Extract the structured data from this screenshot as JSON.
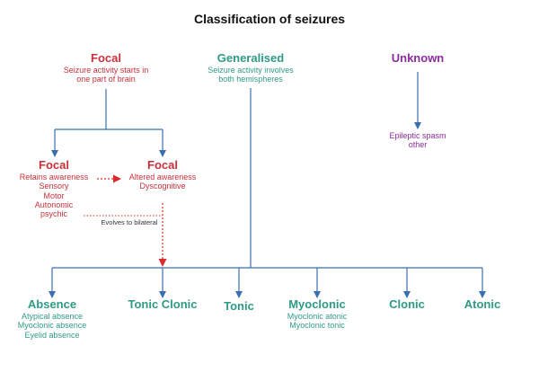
{
  "title": "Classification of seizures",
  "colors": {
    "focal": "#c9303a",
    "generalised": "#2e9a86",
    "unknown": "#8b2c9f",
    "connector": "#3a6fb0",
    "evolve": "#d92b2b"
  },
  "top": {
    "focal": {
      "label": "Focal",
      "desc_1": "Seizure activity starts in",
      "desc_2": "one part of brain"
    },
    "generalised": {
      "label": "Generalised",
      "desc_1": "Seizure activity involves",
      "desc_2": "both hemispheres"
    },
    "unknown": {
      "label": "Unknown"
    }
  },
  "unknown_types": [
    "Epileptic spasm",
    "other"
  ],
  "focal_aware": {
    "label": "Focal",
    "items": [
      "Retains awareness",
      "Sensory",
      "Motor",
      "Autonomic",
      "psychic"
    ]
  },
  "focal_impaired": {
    "label": "Focal",
    "items": [
      "Altered awareness",
      "Dyscognitive"
    ]
  },
  "evolves_label": "Evolves to bilateral",
  "generalised_types": [
    {
      "label": "Absence",
      "items": [
        "Atypical absence",
        "Myoclonic absence",
        "Eyelid absence"
      ]
    },
    {
      "label": "Tonic Clonic",
      "items": []
    },
    {
      "label": "Tonic",
      "items": []
    },
    {
      "label": "Myoclonic",
      "items": [
        "Myoclonic atonic",
        "Myoclonic tonic"
      ]
    },
    {
      "label": "Clonic",
      "items": []
    },
    {
      "label": "Atonic",
      "items": []
    }
  ]
}
